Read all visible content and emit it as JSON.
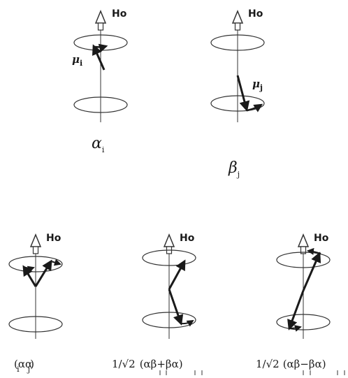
{
  "field_label": "Ho",
  "top_row": {
    "left": {
      "state": "α",
      "state_sub": "i",
      "moment": "μ",
      "moment_sub": "i"
    },
    "right": {
      "state": "β",
      "state_sub": "j",
      "moment": "μ",
      "moment_sub": "j"
    }
  },
  "bottom_row": {
    "left": {
      "expr": "(αα",
      "expr_sub": "i",
      "expr_mid": "",
      "expr_sub2": "j",
      "expr_end": ")"
    },
    "middle": {
      "prefix": "1/√2",
      "expr": "(αβ+βα)"
    },
    "right": {
      "prefix": "1/√2",
      "expr": "(αβ−βα)"
    }
  }
}
